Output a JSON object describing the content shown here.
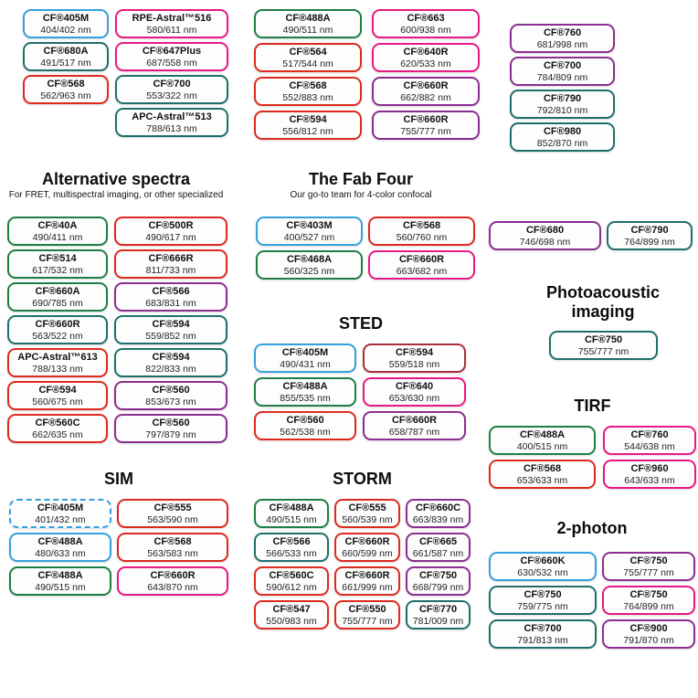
{
  "chart_data": {
    "type": "table",
    "title_implicit": "CF dye selection chart by imaging application",
    "palette": {
      "blue": "#35a0dd",
      "green": "#1d7f44",
      "teal": "#1e6f6b",
      "red": "#dd2a1e",
      "darkred": "#ab2e38",
      "pink": "#e91884",
      "purple": "#8c2d91"
    },
    "groups": [
      {
        "id": "top-left",
        "columns": [
          [
            {
              "name": "CF®405M",
              "value": "404/402 nm",
              "color": "blue"
            },
            {
              "name": "CF®680A",
              "value": "491/517 nm",
              "color": "teal"
            },
            {
              "name": "CF®568",
              "value": "562/963 nm",
              "color": "red"
            }
          ],
          [
            {
              "name": "RPE-Astral™516",
              "value": "580/611 nm",
              "color": "pink"
            },
            {
              "name": "CF®647Plus",
              "value": "687/558 nm",
              "color": "pink"
            },
            {
              "name": "CF®700",
              "value": "553/322 nm",
              "color": "teal"
            },
            {
              "name": "APC-Astral™513",
              "value": "788/613 nm",
              "color": "teal"
            }
          ]
        ]
      },
      {
        "id": "top-middle",
        "columns": [
          [
            {
              "name": "CF®488A",
              "value": "490/511 nm",
              "color": "green"
            },
            {
              "name": "CF®564",
              "value": "517/544 nm",
              "color": "red"
            },
            {
              "name": "CF®568",
              "value": "552/883 nm",
              "color": "red"
            },
            {
              "name": "CF®594",
              "value": "556/812 nm",
              "color": "red"
            }
          ],
          [
            {
              "name": "CF®663",
              "value": "600/938 nm",
              "color": "pink"
            },
            {
              "name": "CF®640R",
              "value": "620/533 nm",
              "color": "pink"
            },
            {
              "name": "CF®660R",
              "value": "662/882 nm",
              "color": "purple"
            },
            {
              "name": "CF®660R",
              "value": "755/777 nm",
              "color": "purple"
            }
          ]
        ]
      },
      {
        "id": "top-right",
        "columns": [
          [
            {
              "name": "CF®760",
              "value": "681/998 nm",
              "color": "purple"
            },
            {
              "name": "CF®700",
              "value": "784/809 nm",
              "color": "purple"
            },
            {
              "name": "CF®790",
              "value": "792/810 nm",
              "color": "teal"
            },
            {
              "name": "CF®980",
              "value": "852/870 nm",
              "color": "teal"
            }
          ]
        ]
      },
      {
        "id": "alternative-spectra",
        "title": "Alternative spectra",
        "subtitle": "For FRET, multispectral imaging, or other specialized",
        "columns": [
          [
            {
              "name": "CF®40A",
              "value": "490/411 nm",
              "color": "green"
            },
            {
              "name": "CF®514",
              "value": "617/532 nm",
              "color": "green"
            },
            {
              "name": "CF®660A",
              "value": "690/785 nm",
              "color": "green"
            },
            {
              "name": "CF®660R",
              "value": "563/522 nm",
              "color": "teal"
            },
            {
              "name": "APC-Astral™613",
              "value": "788/133 nm",
              "color": "red"
            },
            {
              "name": "CF®594",
              "value": "560/675 nm",
              "color": "red"
            },
            {
              "name": "CF®560C",
              "value": "662/635 nm",
              "color": "red"
            }
          ],
          [
            {
              "name": "CF®500R",
              "value": "490/617 nm",
              "color": "red"
            },
            {
              "name": "CF®666R",
              "value": "811/733 nm",
              "color": "red"
            },
            {
              "name": "CF®566",
              "value": "683/831 nm",
              "color": "purple"
            },
            {
              "name": "CF®594",
              "value": "559/852 nm",
              "color": "teal"
            },
            {
              "name": "CF®594",
              "value": "822/833 nm",
              "color": "teal"
            },
            {
              "name": "CF®560",
              "value": "853/673 nm",
              "color": "purple"
            },
            {
              "name": "CF®560",
              "value": "797/879 nm",
              "color": "purple"
            }
          ]
        ]
      },
      {
        "id": "fab-four",
        "title": "The Fab Four",
        "subtitle": "Our go-to team for 4-color confocal",
        "columns": [
          [
            {
              "name": "CF®403M",
              "value": "400/527 nm",
              "color": "blue"
            },
            {
              "name": "CF®468A",
              "value": "560/325 nm",
              "color": "green"
            }
          ],
          [
            {
              "name": "CF®568",
              "value": "560/760 nm",
              "color": "red"
            },
            {
              "name": "CF®660R",
              "value": "663/682 nm",
              "color": "pink"
            }
          ]
        ]
      },
      {
        "id": "sted",
        "title": "STED",
        "columns": [
          [
            {
              "name": "CF®405M",
              "value": "490/431 nm",
              "color": "blue"
            },
            {
              "name": "CF®488A",
              "value": "855/535 nm",
              "color": "green"
            },
            {
              "name": "CF®560",
              "value": "562/538 nm",
              "color": "red"
            }
          ],
          [
            {
              "name": "CF®594",
              "value": "559/518 nm",
              "color": "darkred"
            },
            {
              "name": "CF®640",
              "value": "653/630 nm",
              "color": "pink"
            },
            {
              "name": "CF®660R",
              "value": "658/787 nm",
              "color": "purple"
            }
          ]
        ]
      },
      {
        "id": "mid-right-pair",
        "columns": [
          [
            {
              "name": "CF®680",
              "value": "746/698 nm",
              "color": "purple"
            }
          ],
          [
            {
              "name": "CF®790",
              "value": "764/899 nm",
              "color": "teal"
            }
          ]
        ]
      },
      {
        "id": "photoacoustic",
        "title": "Photoacoustic imaging",
        "columns": [
          [
            {
              "name": "CF®750",
              "value": "755/777 nm",
              "color": "teal"
            }
          ]
        ]
      },
      {
        "id": "tirf",
        "title": "TIRF",
        "columns": [
          [
            {
              "name": "CF®488A",
              "value": "400/515 nm",
              "color": "green"
            },
            {
              "name": "CF®568",
              "value": "653/633 nm",
              "color": "red"
            }
          ],
          [
            {
              "name": "CF®760",
              "value": "544/638 nm",
              "color": "pink"
            },
            {
              "name": "CF®960",
              "value": "643/633 nm",
              "color": "pink"
            }
          ]
        ]
      },
      {
        "id": "sim",
        "title": "SIM",
        "columns": [
          [
            {
              "name": "CF®405M",
              "value": "401/432 nm",
              "color": "blue",
              "dashed": true
            },
            {
              "name": "CF®488A",
              "value": "480/633 nm",
              "color": "blue"
            },
            {
              "name": "CF®488A",
              "value": "490/515 nm",
              "color": "green"
            }
          ],
          [
            {
              "name": "CF®555",
              "value": "563/590 nm",
              "color": "red"
            },
            {
              "name": "CF®568",
              "value": "563/583 nm",
              "color": "red"
            },
            {
              "name": "CF®660R",
              "value": "643/870 nm",
              "color": "pink"
            }
          ]
        ]
      },
      {
        "id": "storm",
        "title": "STORM",
        "columns": [
          [
            {
              "name": "CF®488A",
              "value": "490/515 nm",
              "color": "green"
            },
            {
              "name": "CF®566",
              "value": "566/533 nm",
              "color": "teal"
            },
            {
              "name": "CF®560C",
              "value": "590/612 nm",
              "color": "red"
            },
            {
              "name": "CF®547",
              "value": "550/983 nm",
              "color": "red"
            }
          ],
          [
            {
              "name": "CF®555",
              "value": "560/539 nm",
              "color": "red"
            },
            {
              "name": "CF®660R",
              "value": "660/599 nm",
              "color": "red"
            },
            {
              "name": "CF®660R",
              "value": "661/999 nm",
              "color": "red"
            },
            {
              "name": "CF®550",
              "value": "755/777 nm",
              "color": "red"
            }
          ],
          [
            {
              "name": "CF®660C",
              "value": "663/839 nm",
              "color": "purple"
            },
            {
              "name": "CF®665",
              "value": "661/587 nm",
              "color": "purple"
            },
            {
              "name": "CF®750",
              "value": "668/799 nm",
              "color": "purple"
            },
            {
              "name": "CF®770",
              "value": "781/009 nm",
              "color": "teal"
            }
          ]
        ]
      },
      {
        "id": "two-photon",
        "title": "2-photon",
        "columns": [
          [
            {
              "name": "CF®660K",
              "value": "630/532 nm",
              "color": "blue"
            },
            {
              "name": "CF®750",
              "value": "759/775 nm",
              "color": "teal"
            },
            {
              "name": "CF®700",
              "value": "791/813 nm",
              "color": "teal"
            }
          ],
          [
            {
              "name": "CF®750",
              "value": "755/777 nm",
              "color": "purple"
            },
            {
              "name": "CF®750",
              "value": "764/899 nm",
              "color": "pink"
            },
            {
              "name": "CF®900",
              "value": "791/870 nm",
              "color": "purple"
            }
          ]
        ]
      }
    ]
  }
}
